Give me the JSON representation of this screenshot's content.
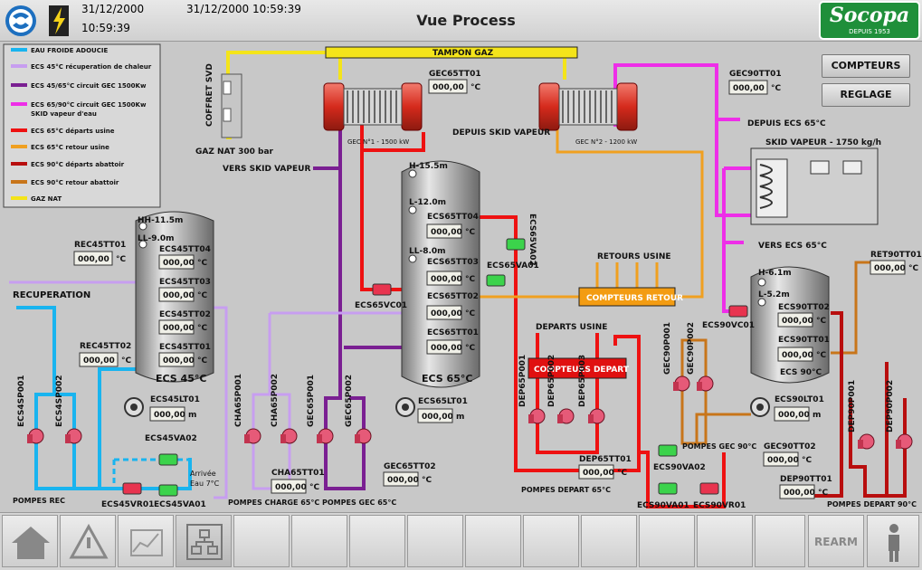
{
  "header": {
    "date": "31/12/2000",
    "time": "10:59:39",
    "datetime": "31/12/2000 10:59:39",
    "title": "Vue Process",
    "brand": "Socopa",
    "brand_sub": "DEPUIS 1953"
  },
  "buttons": {
    "compteurs": "COMPTEURS",
    "reglage": "REGLAGE",
    "rearm": "REARM"
  },
  "legend": [
    {
      "label": "EAU FROIDE ADOUCIE",
      "color": "#19b4ef"
    },
    {
      "label": "ECS 45°C récuperation de chaleur",
      "color": "#c79ef0"
    },
    {
      "label": "ECS 45/65°C circuit GEC 1500Kw",
      "color": "#7a1f92"
    },
    {
      "label": "ECS 65/90°C circuit GEC 1500Kw",
      "color": "#ee2ee8"
    },
    {
      "label": "SKID vapeur d'eau",
      "color": ""
    },
    {
      "label": "ECS 65°C départs usine",
      "color": "#ee1111"
    },
    {
      "label": "ECS 65°C retour usine",
      "color": "#f0a020"
    },
    {
      "label": "ECS 90°C départs abattoir",
      "color": "#b80e0e"
    },
    {
      "label": "ECS 90°C retour abattoir",
      "color": "#c8751a"
    },
    {
      "label": "GAZ NAT",
      "color": "#f4e41a"
    }
  ],
  "labels": {
    "tampon_gaz": "TAMPON GAZ",
    "coffret_svd": "COFFRET SVD",
    "gaz_nat": "GAZ NAT 300 bar",
    "vers_skid": "VERS SKID VAPEUR",
    "gec1": "GEC N°1 - 1500 kW",
    "gec2": "GEC N°2 - 1200 kW",
    "depuis_skid": "DEPUIS SKID VAPEUR",
    "depuis_ecs": "DEPUIS ECS 65°C",
    "skid_vapeur": "SKID VAPEUR - 1750 kg/h",
    "vers_ecs": "VERS ECS 65°C",
    "recuperation": "RECUPERATION",
    "retours_usine": "RETOURS USINE",
    "compteurs_retour": "COMPTEURS RETOUR",
    "departs_usine": "DEPARTS USINE",
    "compteurs_depart": "COMPTEURS DEPART",
    "ecs45": "ECS 45°C",
    "ecs65": "ECS 65°C",
    "ecs90": "ECS 90°C",
    "arrivee": "Arrivée",
    "eau7": "Eau 7°C",
    "pompes_rec": "POMPES REC",
    "pompes_charge": "POMPES CHARGE 65°C",
    "pompes_gec65": "POMPES GEC 65°C",
    "pompes_depart65": "POMPES DEPART 65°C",
    "pompes_gec90": "POMPES GEC 90°C",
    "pompes_depart90": "POMPES DEPART 90°C",
    "hh115": "HH-11.5m",
    "ll90": "LL-9.0m",
    "h155": "H-15.5m",
    "l120": "L-12.0m",
    "ll80": "LL-8.0m",
    "h61": "H-6.1m",
    "l52": "L-5.2m"
  },
  "instruments": [
    {
      "tag": "GEC65TT01",
      "value": "000,00",
      "unit": "°C"
    },
    {
      "tag": "GEC90TT01",
      "value": "000,00",
      "unit": "°C"
    },
    {
      "tag": "REC45TT01",
      "value": "000,00",
      "unit": "°C"
    },
    {
      "tag": "REC45TT02",
      "value": "000,00",
      "unit": "°C"
    },
    {
      "tag": "ECS45TT04",
      "value": "000,00",
      "unit": "°C"
    },
    {
      "tag": "ECS45TT03",
      "value": "000,00",
      "unit": "°C"
    },
    {
      "tag": "ECS45TT02",
      "value": "000,00",
      "unit": "°C"
    },
    {
      "tag": "ECS45TT01",
      "value": "000,00",
      "unit": "°C"
    },
    {
      "tag": "ECS45LT01",
      "value": "000,00",
      "unit": "m"
    },
    {
      "tag": "ECS65TT04",
      "value": "000,00",
      "unit": "°C"
    },
    {
      "tag": "ECS65TT03",
      "value": "000,00",
      "unit": "°C"
    },
    {
      "tag": "ECS65TT02",
      "value": "000,00",
      "unit": "°C"
    },
    {
      "tag": "ECS65TT01",
      "value": "000,00",
      "unit": "°C"
    },
    {
      "tag": "ECS65LT01",
      "value": "000,00",
      "unit": "m"
    },
    {
      "tag": "ECS90TT02",
      "value": "000,00",
      "unit": "°C"
    },
    {
      "tag": "ECS90TT01",
      "value": "000,00",
      "unit": "°C"
    },
    {
      "tag": "ECS90LT01",
      "value": "000,00",
      "unit": "m"
    },
    {
      "tag": "RET90TT01",
      "value": "000,00",
      "unit": "°C"
    },
    {
      "tag": "CHA65TT01",
      "value": "000,00",
      "unit": "°C"
    },
    {
      "tag": "GEC65TT02",
      "value": "000,00",
      "unit": "°C"
    },
    {
      "tag": "DEP65TT01",
      "value": "000,00",
      "unit": "°C"
    },
    {
      "tag": "GEC90TT02",
      "value": "000,00",
      "unit": "°C"
    },
    {
      "tag": "DEP90TT01",
      "value": "000,00",
      "unit": "°C"
    }
  ],
  "equipment": {
    "ECS4SP001": "ECS4SP001",
    "ECS4SP002": "ECS4SP002",
    "CHA65P001": "CHA65P001",
    "CHA65P002": "CHA65P002",
    "GEC65P001": "GEC65P001",
    "GEC65P002": "GEC65P002",
    "DEP65P001": "DEP65P001",
    "DEP65P002": "DEP65P002",
    "DEP65P003": "DEP65P003",
    "GEC90P001": "GEC90P001",
    "GEC90P002": "GEC90P002",
    "DEP90P001": "DEP90P001",
    "DEP90P002": "DEP90P002",
    "ECS65VC01": "ECS65VC01",
    "ECS65VA01": "ECS65VA01",
    "ECS65VA02": "ECS65VA02",
    "ECS90VC01": "ECS90VC01",
    "ECS45VA02": "ECS45VA02",
    "ECS45VR01": "ECS45VR01",
    "ECS45VA01": "ECS45VA01",
    "ECS90VA02": "ECS90VA02",
    "ECS90VA01": "ECS90VA01",
    "ECS90VR01": "ECS90VR01"
  },
  "nav": [
    "home-icon",
    "alarm-icon",
    "trend-icon",
    "process-icon",
    "",
    "",
    "",
    "",
    "",
    "",
    "",
    "",
    "",
    "rearm",
    "operator-icon"
  ]
}
